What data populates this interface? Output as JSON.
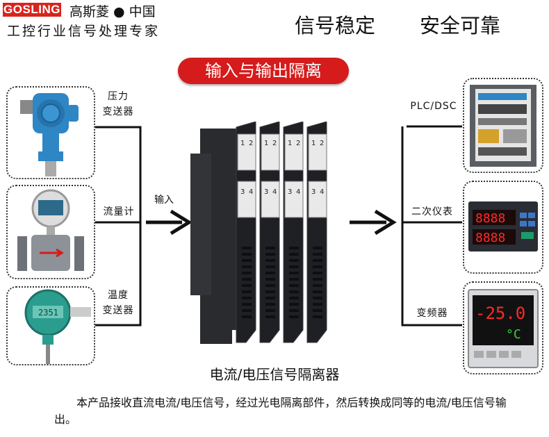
{
  "header": {
    "brand": "GOSLING",
    "brand_name": "高斯菱 ● 中国",
    "tagline": "工控行业信号处理专家",
    "slogan_left": "信号稳定",
    "slogan_right": "安全可靠"
  },
  "diagram": {
    "title": "输入与输出隔离",
    "input_arrow_label": "输入",
    "inputs": [
      {
        "label_line1": "压力",
        "label_line2": "变送器",
        "icon": "pressure-transmitter-icon"
      },
      {
        "label_line1": "流量计",
        "label_line2": "",
        "icon": "flowmeter-icon"
      },
      {
        "label_line1": "温度",
        "label_line2": "变送器",
        "icon": "temperature-transmitter-icon"
      }
    ],
    "outputs": [
      {
        "label": "PLC/DSC",
        "icon": "plc-cabinet-icon"
      },
      {
        "label": "二次仪表",
        "icon": "secondary-meter-icon",
        "display_top": "8888",
        "display_bottom": "8888"
      },
      {
        "label": "变频器",
        "icon": "controller-icon",
        "display_value": "-25.0",
        "display_unit": "°C"
      }
    ],
    "isolator": {
      "terminals_top": [
        "1",
        "2"
      ],
      "terminals_bottom": [
        "3",
        "4"
      ],
      "modules": 4
    },
    "caption": "电流/电压信号隔离器",
    "description": "本产品接收直流电流/电压信号，经过光电隔离部件，然后转换成同等的电流/电压信号输出。"
  },
  "colors": {
    "accent_red": "#d51b1b",
    "device_black": "#202124",
    "transmitter_blue": "#2f86c4"
  }
}
